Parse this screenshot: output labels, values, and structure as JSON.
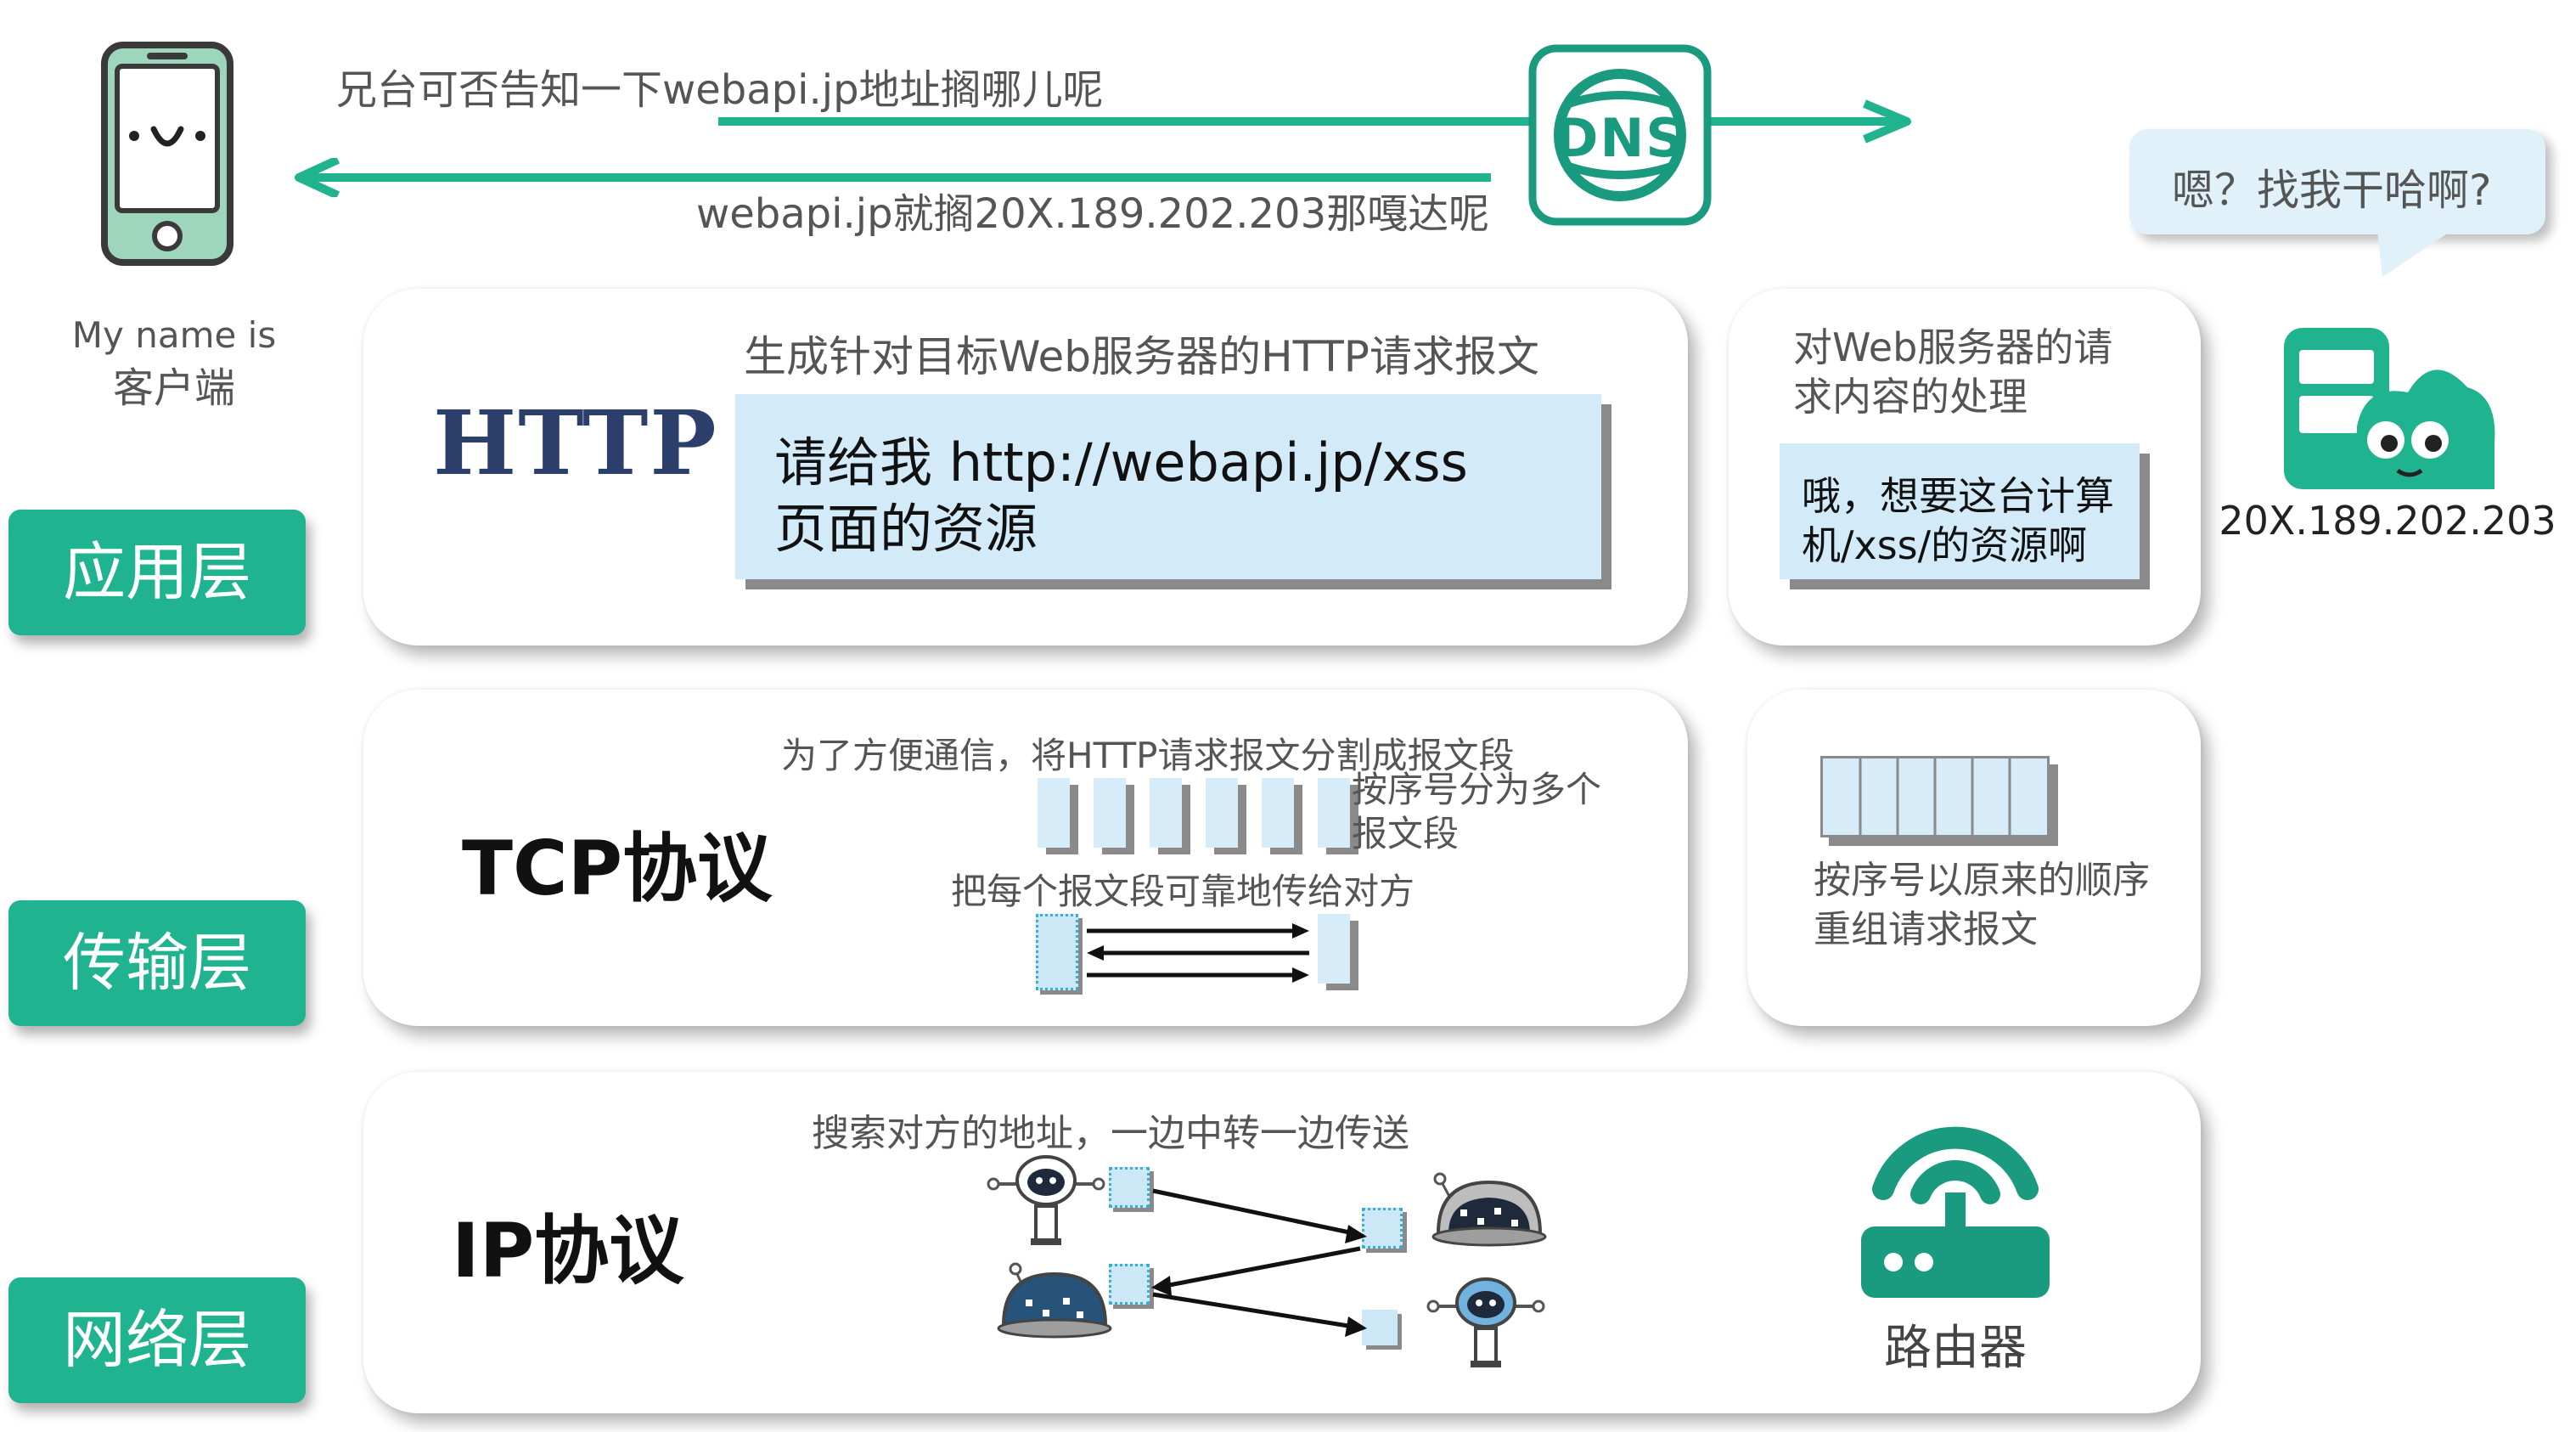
{
  "top": {
    "request_text": "兄台可否告知一下webapi.jp地址搁哪儿呢",
    "response_text": "webapi.jp就搁20X.189.202.203那嘎达呢",
    "dns_label": "DNS",
    "client_caption_line1": "My name is",
    "client_caption_line2": "客户端",
    "server_bubble": "嗯？找我干哈啊?",
    "server_ip": "20X.189.202.203"
  },
  "application": {
    "layer_label": "应用层",
    "logo_text": "HTTP",
    "gen_caption": "生成针对目标Web服务器的HTTP请求报文",
    "request_line1": "请给我 http://webapi.jp/xss",
    "request_line2": "页面的资源",
    "server_caption_line1": "对Web服务器的请",
    "server_caption_line2": "求内容的处理",
    "server_box_line1": "哦，想要这台计算",
    "server_box_line2": "机/xss/的资源啊"
  },
  "transport": {
    "layer_label": "传输层",
    "protocol": "TCP协议",
    "split_caption": "为了方便通信，将HTTP请求报文分割成报文段",
    "number_caption_line1": "按序号分为多个",
    "number_caption_line2": "报文段",
    "reliable_caption": "把每个报文段可靠地传给对方",
    "reassemble_line1": "按序号以原来的顺序",
    "reassemble_line2": "重组请求报文"
  },
  "network": {
    "layer_label": "网络层",
    "protocol": "IP协议",
    "route_caption": "搜索对方的地址，一边中转一边传送",
    "router_label": "路由器"
  },
  "colors": {
    "accent_green": "#1fb38f",
    "dark_teal": "#1a9a7e",
    "light_blue_box": "#d3ebf8",
    "bubble_blue": "#e1f1fa"
  }
}
